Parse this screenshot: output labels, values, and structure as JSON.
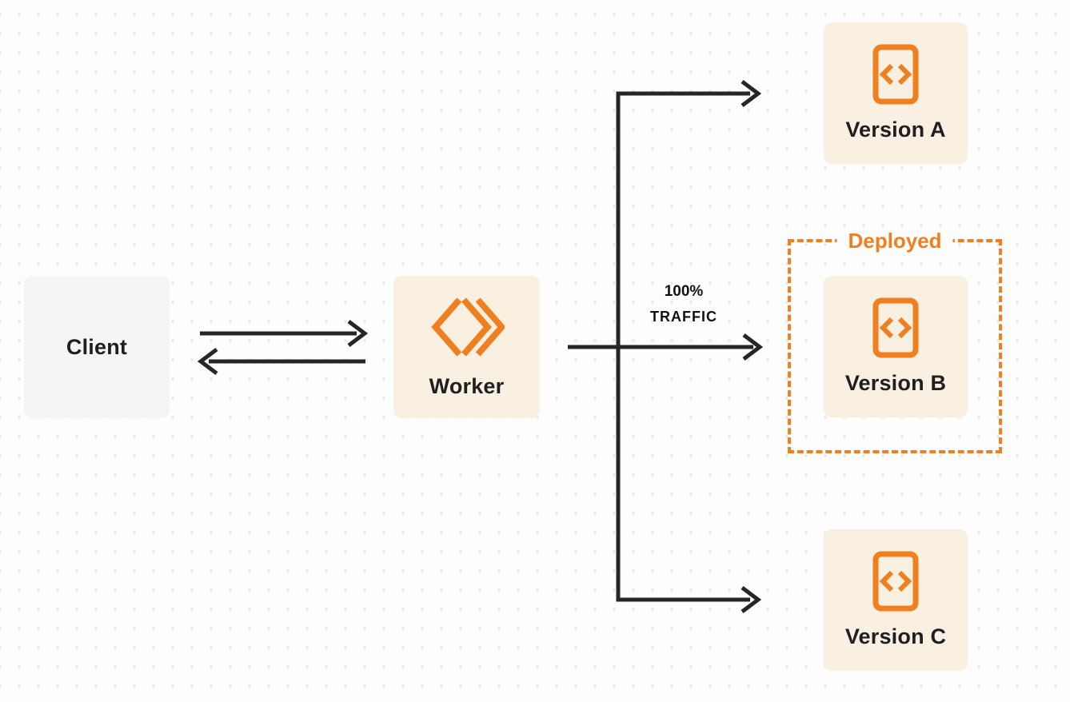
{
  "colors": {
    "bg": "#FDFDFD",
    "dot": "#E3E3E7",
    "accent": "#F0801F",
    "cream": "#FAF0E1",
    "gray": "#F4F5F6",
    "arrow": "#262626",
    "ink": "#1D1F21"
  },
  "nodes": {
    "client": {
      "label": "Client"
    },
    "worker": {
      "label": "Worker",
      "icon": "workers-logo-icon"
    },
    "version_a": {
      "label": "Version A",
      "icon": "code-file-icon"
    },
    "version_b": {
      "label": "Version B",
      "icon": "code-file-icon"
    },
    "version_c": {
      "label": "Version C",
      "icon": "code-file-icon"
    }
  },
  "labels": {
    "deployed": "Deployed",
    "traffic_line1": "100%",
    "traffic_line2": "TRAFFIC"
  }
}
